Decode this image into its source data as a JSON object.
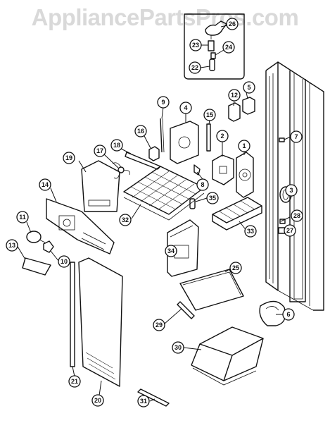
{
  "watermark": "AppliancePartsPros.com",
  "callouts": [
    {
      "label": "1"
    },
    {
      "label": "2"
    },
    {
      "label": "3"
    },
    {
      "label": "4"
    },
    {
      "label": "5"
    },
    {
      "label": "6"
    },
    {
      "label": "7"
    },
    {
      "label": "8"
    },
    {
      "label": "9"
    },
    {
      "label": "10"
    },
    {
      "label": "11"
    },
    {
      "label": "12"
    },
    {
      "label": "13"
    },
    {
      "label": "14"
    },
    {
      "label": "15"
    },
    {
      "label": "16"
    },
    {
      "label": "17"
    },
    {
      "label": "18"
    },
    {
      "label": "19"
    },
    {
      "label": "20"
    },
    {
      "label": "21"
    },
    {
      "label": "22"
    },
    {
      "label": "23"
    },
    {
      "label": "24"
    },
    {
      "label": "25"
    },
    {
      "label": "26"
    },
    {
      "label": "27"
    },
    {
      "label": "28"
    },
    {
      "label": "29"
    },
    {
      "label": "30"
    },
    {
      "label": "31"
    },
    {
      "label": "32"
    },
    {
      "label": "33"
    },
    {
      "label": "34"
    },
    {
      "label": "35"
    }
  ]
}
